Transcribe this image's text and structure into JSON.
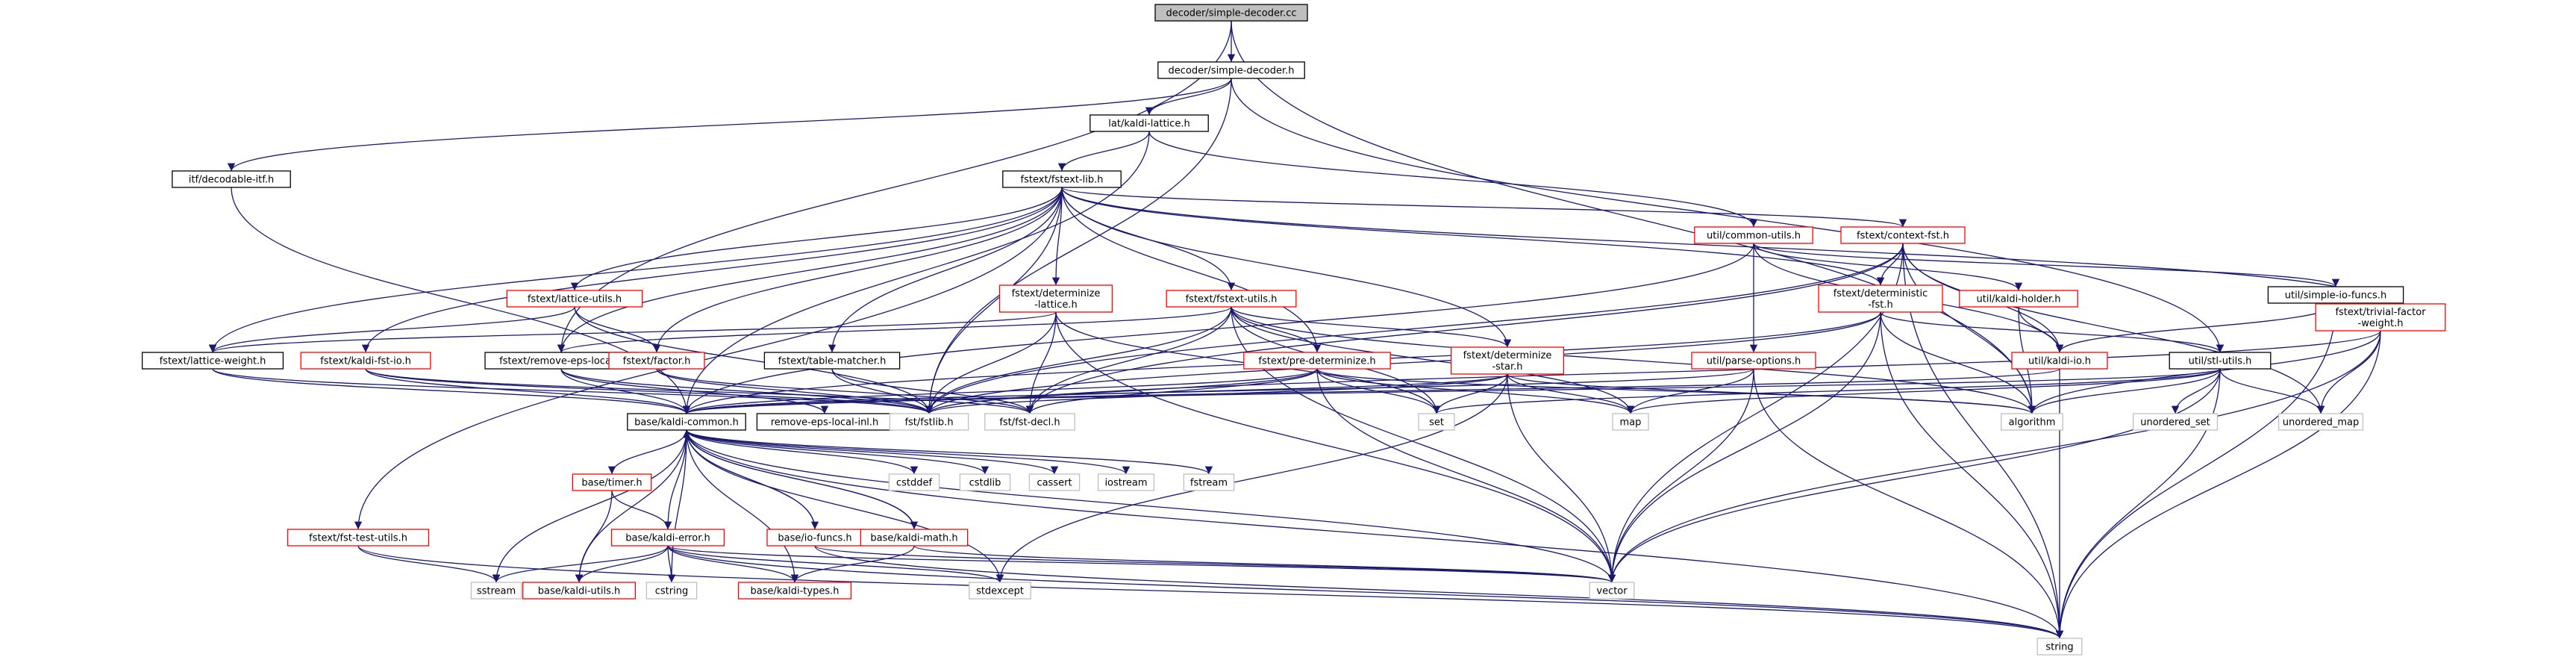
{
  "colors": {
    "edge": "#191970",
    "node_default_border": "#000000",
    "node_missing_border": "#ff0000",
    "node_system_border": "#bfbfbf",
    "node_root_fill": "#bfbfbf",
    "node_fill": "#ffffff"
  },
  "nodes": [
    {
      "id": "root",
      "label": "decoder/simple-decoder.cc",
      "style": "root"
    },
    {
      "id": "sd_h",
      "label": "decoder/simple-decoder.h",
      "style": "normal"
    },
    {
      "id": "lat",
      "label": "lat/kaldi-lattice.h",
      "style": "normal"
    },
    {
      "id": "itf",
      "label": "itf/decodable-itf.h",
      "style": "normal"
    },
    {
      "id": "fstlib_h",
      "label": "fstext/fstext-lib.h",
      "style": "normal"
    },
    {
      "id": "common",
      "label": "util/common-utils.h",
      "style": "missing"
    },
    {
      "id": "ctxfst",
      "label": "fstext/context-fst.h",
      "style": "missing"
    },
    {
      "id": "simpleio",
      "label": "util/simple-io-funcs.h",
      "style": "normal"
    },
    {
      "id": "latutils",
      "label": "fstext/lattice-utils.h",
      "style": "missing"
    },
    {
      "id": "detlat",
      "label": "fstext/determinize\n-lattice.h",
      "style": "missing"
    },
    {
      "id": "fstutils",
      "label": "fstext/fstext-utils.h",
      "style": "missing"
    },
    {
      "id": "detfst",
      "label": "fstext/deterministic\n-fst.h",
      "style": "missing"
    },
    {
      "id": "holder",
      "label": "util/kaldi-holder.h",
      "style": "missing"
    },
    {
      "id": "trivial",
      "label": "fstext/trivial-factor\n-weight.h",
      "style": "missing"
    },
    {
      "id": "latw",
      "label": "fstext/lattice-weight.h",
      "style": "normal"
    },
    {
      "id": "kfstio",
      "label": "fstext/kaldi-fst-io.h",
      "style": "missing"
    },
    {
      "id": "remeps",
      "label": "fstext/remove-eps-local.h",
      "style": "normal"
    },
    {
      "id": "factor",
      "label": "fstext/factor.h",
      "style": "missing"
    },
    {
      "id": "tablem",
      "label": "fstext/table-matcher.h",
      "style": "normal"
    },
    {
      "id": "predet",
      "label": "fstext/pre-determinize.h",
      "style": "missing"
    },
    {
      "id": "detstar",
      "label": "fstext/determinize\n-star.h",
      "style": "missing"
    },
    {
      "id": "parseopt",
      "label": "util/parse-options.h",
      "style": "missing"
    },
    {
      "id": "kaldiio",
      "label": "util/kaldi-io.h",
      "style": "missing"
    },
    {
      "id": "stlutils",
      "label": "util/stl-utils.h",
      "style": "normal"
    },
    {
      "id": "kcommon",
      "label": "base/kaldi-common.h",
      "style": "normal"
    },
    {
      "id": "remepsinl",
      "label": "remove-eps-local-inl.h",
      "style": "normal"
    },
    {
      "id": "fstfstlib",
      "label": "fst/fstlib.h",
      "style": "system"
    },
    {
      "id": "fstdecl",
      "label": "fst/fst-decl.h",
      "style": "system"
    },
    {
      "id": "set",
      "label": "set",
      "style": "system"
    },
    {
      "id": "map",
      "label": "map",
      "style": "system"
    },
    {
      "id": "algorithm",
      "label": "algorithm",
      "style": "system"
    },
    {
      "id": "uset",
      "label": "unordered_set",
      "style": "system"
    },
    {
      "id": "umap",
      "label": "unordered_map",
      "style": "system"
    },
    {
      "id": "cstddef",
      "label": "cstddef",
      "style": "system"
    },
    {
      "id": "cstdlib",
      "label": "cstdlib",
      "style": "system"
    },
    {
      "id": "cassert",
      "label": "cassert",
      "style": "system"
    },
    {
      "id": "iostream",
      "label": "iostream",
      "style": "system"
    },
    {
      "id": "fstream",
      "label": "fstream",
      "style": "system"
    },
    {
      "id": "timer",
      "label": "base/timer.h",
      "style": "missing"
    },
    {
      "id": "fsttest",
      "label": "fstext/fst-test-utils.h",
      "style": "missing"
    },
    {
      "id": "kerror",
      "label": "base/kaldi-error.h",
      "style": "missing"
    },
    {
      "id": "iofuncs",
      "label": "base/io-funcs.h",
      "style": "missing"
    },
    {
      "id": "kmath",
      "label": "base/kaldi-math.h",
      "style": "missing"
    },
    {
      "id": "sstream",
      "label": "sstream",
      "style": "system"
    },
    {
      "id": "kutils",
      "label": "base/kaldi-utils.h",
      "style": "missing"
    },
    {
      "id": "cstring",
      "label": "cstring",
      "style": "system"
    },
    {
      "id": "ktypes",
      "label": "base/kaldi-types.h",
      "style": "missing"
    },
    {
      "id": "stdexcept",
      "label": "stdexcept",
      "style": "system"
    },
    {
      "id": "vector",
      "label": "vector",
      "style": "system"
    },
    {
      "id": "string",
      "label": "string",
      "style": "system"
    }
  ],
  "edges": [
    [
      "root",
      "sd_h"
    ],
    [
      "root",
      "remeps"
    ],
    [
      "root",
      "algorithm"
    ],
    [
      "sd_h",
      "lat"
    ],
    [
      "sd_h",
      "itf"
    ],
    [
      "sd_h",
      "fstfstlib"
    ],
    [
      "sd_h",
      "stlutils"
    ],
    [
      "lat",
      "fstlib_h"
    ],
    [
      "lat",
      "kcommon"
    ],
    [
      "lat",
      "common"
    ],
    [
      "itf",
      "kcommon"
    ],
    [
      "fstlib_h",
      "fstfstlib"
    ],
    [
      "fstlib_h",
      "ctxfst"
    ],
    [
      "fstlib_h",
      "fstutils"
    ],
    [
      "fstlib_h",
      "detlat"
    ],
    [
      "fstlib_h",
      "latutils"
    ],
    [
      "fstlib_h",
      "latw"
    ],
    [
      "fstlib_h",
      "kfstio"
    ],
    [
      "fstlib_h",
      "factor"
    ],
    [
      "fstlib_h",
      "tablem"
    ],
    [
      "fstlib_h",
      "predet"
    ],
    [
      "fstlib_h",
      "detstar"
    ],
    [
      "fstlib_h",
      "detfst"
    ],
    [
      "fstlib_h",
      "trivial"
    ],
    [
      "fstlib_h",
      "fsttest"
    ],
    [
      "fstlib_h",
      "remeps"
    ],
    [
      "common",
      "simpleio"
    ],
    [
      "common",
      "parseopt"
    ],
    [
      "common",
      "kaldiio"
    ],
    [
      "common",
      "holder"
    ],
    [
      "common",
      "kcommon"
    ],
    [
      "ctxfst",
      "fstfstlib"
    ],
    [
      "ctxfst",
      "fstdecl"
    ],
    [
      "ctxfst",
      "detfst"
    ],
    [
      "ctxfst",
      "algorithm"
    ],
    [
      "ctxfst",
      "string"
    ],
    [
      "ctxfst",
      "vector"
    ],
    [
      "ctxfst",
      "umap"
    ],
    [
      "ctxfst",
      "kaldiio"
    ],
    [
      "simpleio",
      "kaldiio"
    ],
    [
      "simpleio",
      "string"
    ],
    [
      "holder",
      "kaldiio"
    ],
    [
      "holder",
      "algorithm"
    ],
    [
      "latutils",
      "fstfstlib"
    ],
    [
      "latutils",
      "factor"
    ],
    [
      "latutils",
      "latw"
    ],
    [
      "detlat",
      "fstfstlib"
    ],
    [
      "detlat",
      "fstdecl"
    ],
    [
      "detlat",
      "vector"
    ],
    [
      "detlat",
      "set"
    ],
    [
      "detlat",
      "latw"
    ],
    [
      "fstutils",
      "fstfstlib"
    ],
    [
      "fstutils",
      "fstdecl"
    ],
    [
      "fstutils",
      "algorithm"
    ],
    [
      "fstutils",
      "map"
    ],
    [
      "fstutils",
      "set"
    ],
    [
      "fstutils",
      "vector"
    ],
    [
      "fstutils",
      "predet"
    ],
    [
      "fstutils",
      "detstar"
    ],
    [
      "fstutils",
      "remeps"
    ],
    [
      "detfst",
      "fstfstlib"
    ],
    [
      "detfst",
      "algorithm"
    ],
    [
      "detfst",
      "string"
    ],
    [
      "detfst",
      "vector"
    ],
    [
      "detfst",
      "stlutils"
    ],
    [
      "detfst",
      "kcommon"
    ],
    [
      "trivial",
      "fstfstlib"
    ],
    [
      "trivial",
      "algorithm"
    ],
    [
      "trivial",
      "umap"
    ],
    [
      "trivial",
      "vector"
    ],
    [
      "trivial",
      "string"
    ],
    [
      "latw",
      "fstfstlib"
    ],
    [
      "latw",
      "kcommon"
    ],
    [
      "kfstio",
      "fstfstlib"
    ],
    [
      "kfstio",
      "fstdecl"
    ],
    [
      "kfstio",
      "kcommon"
    ],
    [
      "remeps",
      "fstfstlib"
    ],
    [
      "remeps",
      "remepsinl"
    ],
    [
      "remeps",
      "kcommon"
    ],
    [
      "factor",
      "fstfstlib"
    ],
    [
      "factor",
      "fstdecl"
    ],
    [
      "tablem",
      "fstfstlib"
    ],
    [
      "tablem",
      "fstdecl"
    ],
    [
      "predet",
      "fstfstlib"
    ],
    [
      "predet",
      "fstdecl"
    ],
    [
      "predet",
      "algorithm"
    ],
    [
      "predet",
      "map"
    ],
    [
      "predet",
      "set"
    ],
    [
      "predet",
      "vector"
    ],
    [
      "predet",
      "kcommon"
    ],
    [
      "detstar",
      "fstfstlib"
    ],
    [
      "detstar",
      "algorithm"
    ],
    [
      "detstar",
      "map"
    ],
    [
      "detstar",
      "set"
    ],
    [
      "detstar",
      "vector"
    ],
    [
      "detstar",
      "stdexcept"
    ],
    [
      "detstar",
      "kcommon"
    ],
    [
      "parseopt",
      "map"
    ],
    [
      "parseopt",
      "vector"
    ],
    [
      "parseopt",
      "string"
    ],
    [
      "parseopt",
      "kcommon"
    ],
    [
      "kaldiio",
      "string"
    ],
    [
      "kaldiio",
      "kcommon"
    ],
    [
      "stlutils",
      "algorithm"
    ],
    [
      "stlutils",
      "map"
    ],
    [
      "stlutils",
      "set"
    ],
    [
      "stlutils",
      "uset"
    ],
    [
      "stlutils",
      "umap"
    ],
    [
      "stlutils",
      "string"
    ],
    [
      "stlutils",
      "vector"
    ],
    [
      "stlutils",
      "kcommon"
    ],
    [
      "kcommon",
      "cstddef"
    ],
    [
      "kcommon",
      "cstdlib"
    ],
    [
      "kcommon",
      "cassert"
    ],
    [
      "kcommon",
      "iostream"
    ],
    [
      "kcommon",
      "fstream"
    ],
    [
      "kcommon",
      "string"
    ],
    [
      "kcommon",
      "vector"
    ],
    [
      "kcommon",
      "sstream"
    ],
    [
      "kcommon",
      "stdexcept"
    ],
    [
      "kcommon",
      "timer"
    ],
    [
      "kcommon",
      "kerror"
    ],
    [
      "kcommon",
      "iofuncs"
    ],
    [
      "kcommon",
      "kmath"
    ],
    [
      "kcommon",
      "ktypes"
    ],
    [
      "kcommon",
      "kutils"
    ],
    [
      "kcommon",
      "cstring"
    ],
    [
      "timer",
      "kutils"
    ],
    [
      "timer",
      "kerror"
    ],
    [
      "fsttest",
      "sstream"
    ],
    [
      "fsttest",
      "string"
    ],
    [
      "kerror",
      "sstream"
    ],
    [
      "kerror",
      "kutils"
    ],
    [
      "kerror",
      "cstring"
    ],
    [
      "kerror",
      "ktypes"
    ],
    [
      "kerror",
      "stdexcept"
    ],
    [
      "kerror",
      "string"
    ],
    [
      "kerror",
      "vector"
    ],
    [
      "iofuncs",
      "kcommon"
    ],
    [
      "iofuncs",
      "string"
    ],
    [
      "iofuncs",
      "vector"
    ],
    [
      "kmath",
      "kcommon"
    ],
    [
      "kmath",
      "ktypes"
    ],
    [
      "kmath",
      "vector"
    ]
  ]
}
